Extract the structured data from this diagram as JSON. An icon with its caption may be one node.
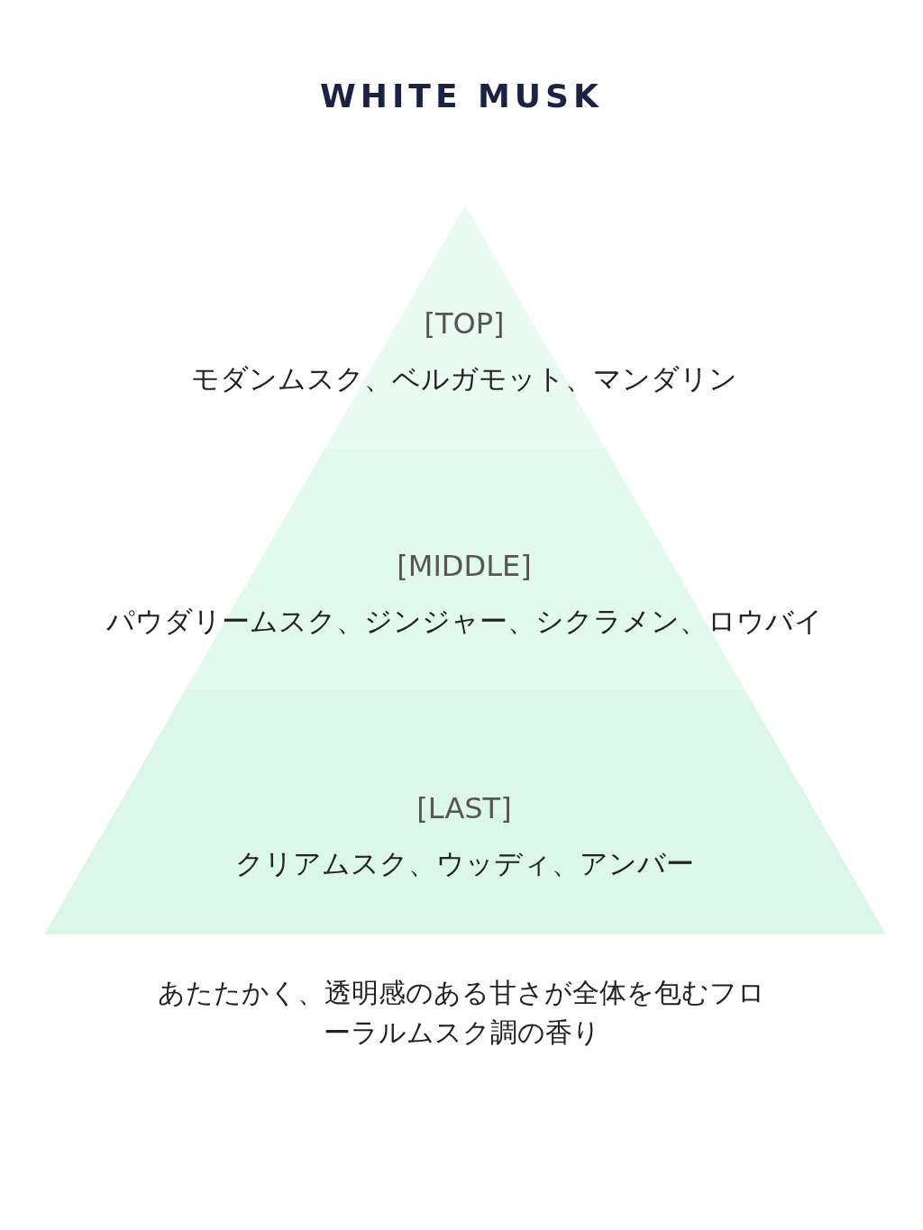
{
  "diagram": {
    "title": "WHITE MUSK",
    "nodes": [
      {
        "text": [
          "[TOP]",
          "モダンムスク、ベルガモット、マンダリン"
        ]
      },
      {
        "text": [
          "[MIDDLE]",
          "パウダリームスク、ジンジャー、シクラメン、ロウバイ"
        ]
      },
      {
        "text": [
          "[LAST]",
          "クリアムスク、ウッディ、アンバー"
        ]
      }
    ],
    "edges": [],
    "caption": "あたたかく、透明感のある甘さが全体を包むフローラルムスク調の香り"
  }
}
